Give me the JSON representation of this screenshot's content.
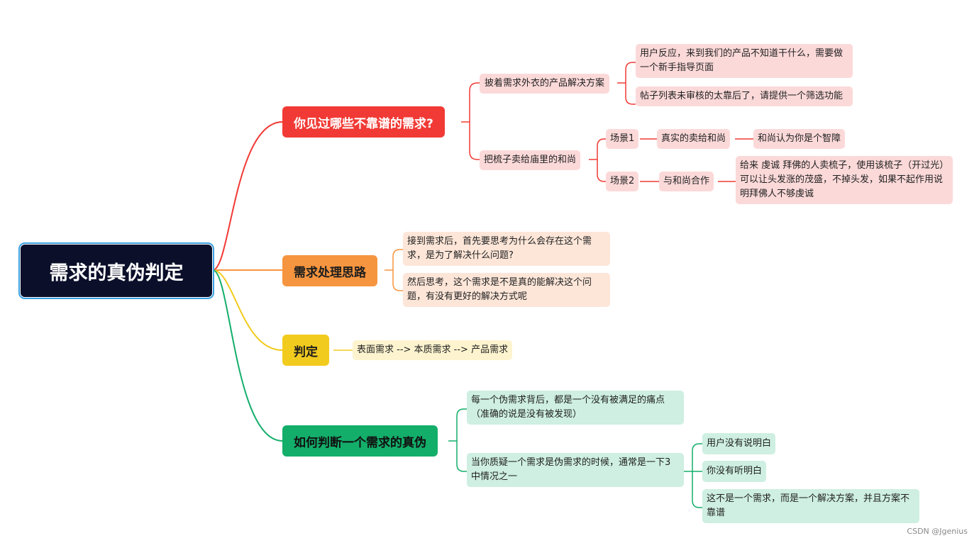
{
  "root": "需求的真伪判定",
  "branches": [
    {
      "label": "你见过哪些不靠谱的需求?",
      "children": [
        {
          "label": "披着需求外衣的产品解决方案",
          "children": [
            "用户反应，来到我们的产品不知道干什么，需要做一个新手指导页面",
            "帖子列表未审核的太靠后了，请提供一个筛选功能"
          ]
        },
        {
          "label": "把梳子卖给庙里的和尚",
          "scenes": [
            {
              "label": "场景1",
              "action": "真实的卖给和尚",
              "result": "和尚认为你是个智障"
            },
            {
              "label": "场景2",
              "action": "与和尚合作",
              "result": "给来 虔诚 拜佛的人卖梳子，使用该梳子（开过光）可以让头发涨的茂盛，不掉头发，如果不起作用说明拜佛人不够虔诚"
            }
          ]
        }
      ]
    },
    {
      "label": "需求处理思路",
      "children": [
        "接到需求后，首先要思考为什么会存在这个需求，是为了解决什么问题?",
        "然后思考，这个需求是不是真的能解决这个问题，有没有更好的解决方式呢"
      ]
    },
    {
      "label": "判定",
      "children": [
        "表面需求 -->  本质需求  --> 产品需求"
      ]
    },
    {
      "label": "如何判断一个需求的真伪",
      "children": [
        "每一个伪需求背后，都是一个没有被满足的痛点（准确的说是没有被发现）",
        {
          "label": "当你质疑一个需求是伪需求的时候，通常是一下3中情况之一",
          "children": [
            "用户没有说明白",
            "你没有听明白",
            "这不是一个需求，而是一个解决方案，并且方案不靠谱"
          ]
        }
      ]
    }
  ],
  "colors": {
    "root": "#0b0f2a",
    "branch1": "#f13a35",
    "branch2": "#f6953f",
    "branch3": "#f2cb1f",
    "branch4": "#13ae6a"
  },
  "watermark": "CSDN @Jgenius"
}
